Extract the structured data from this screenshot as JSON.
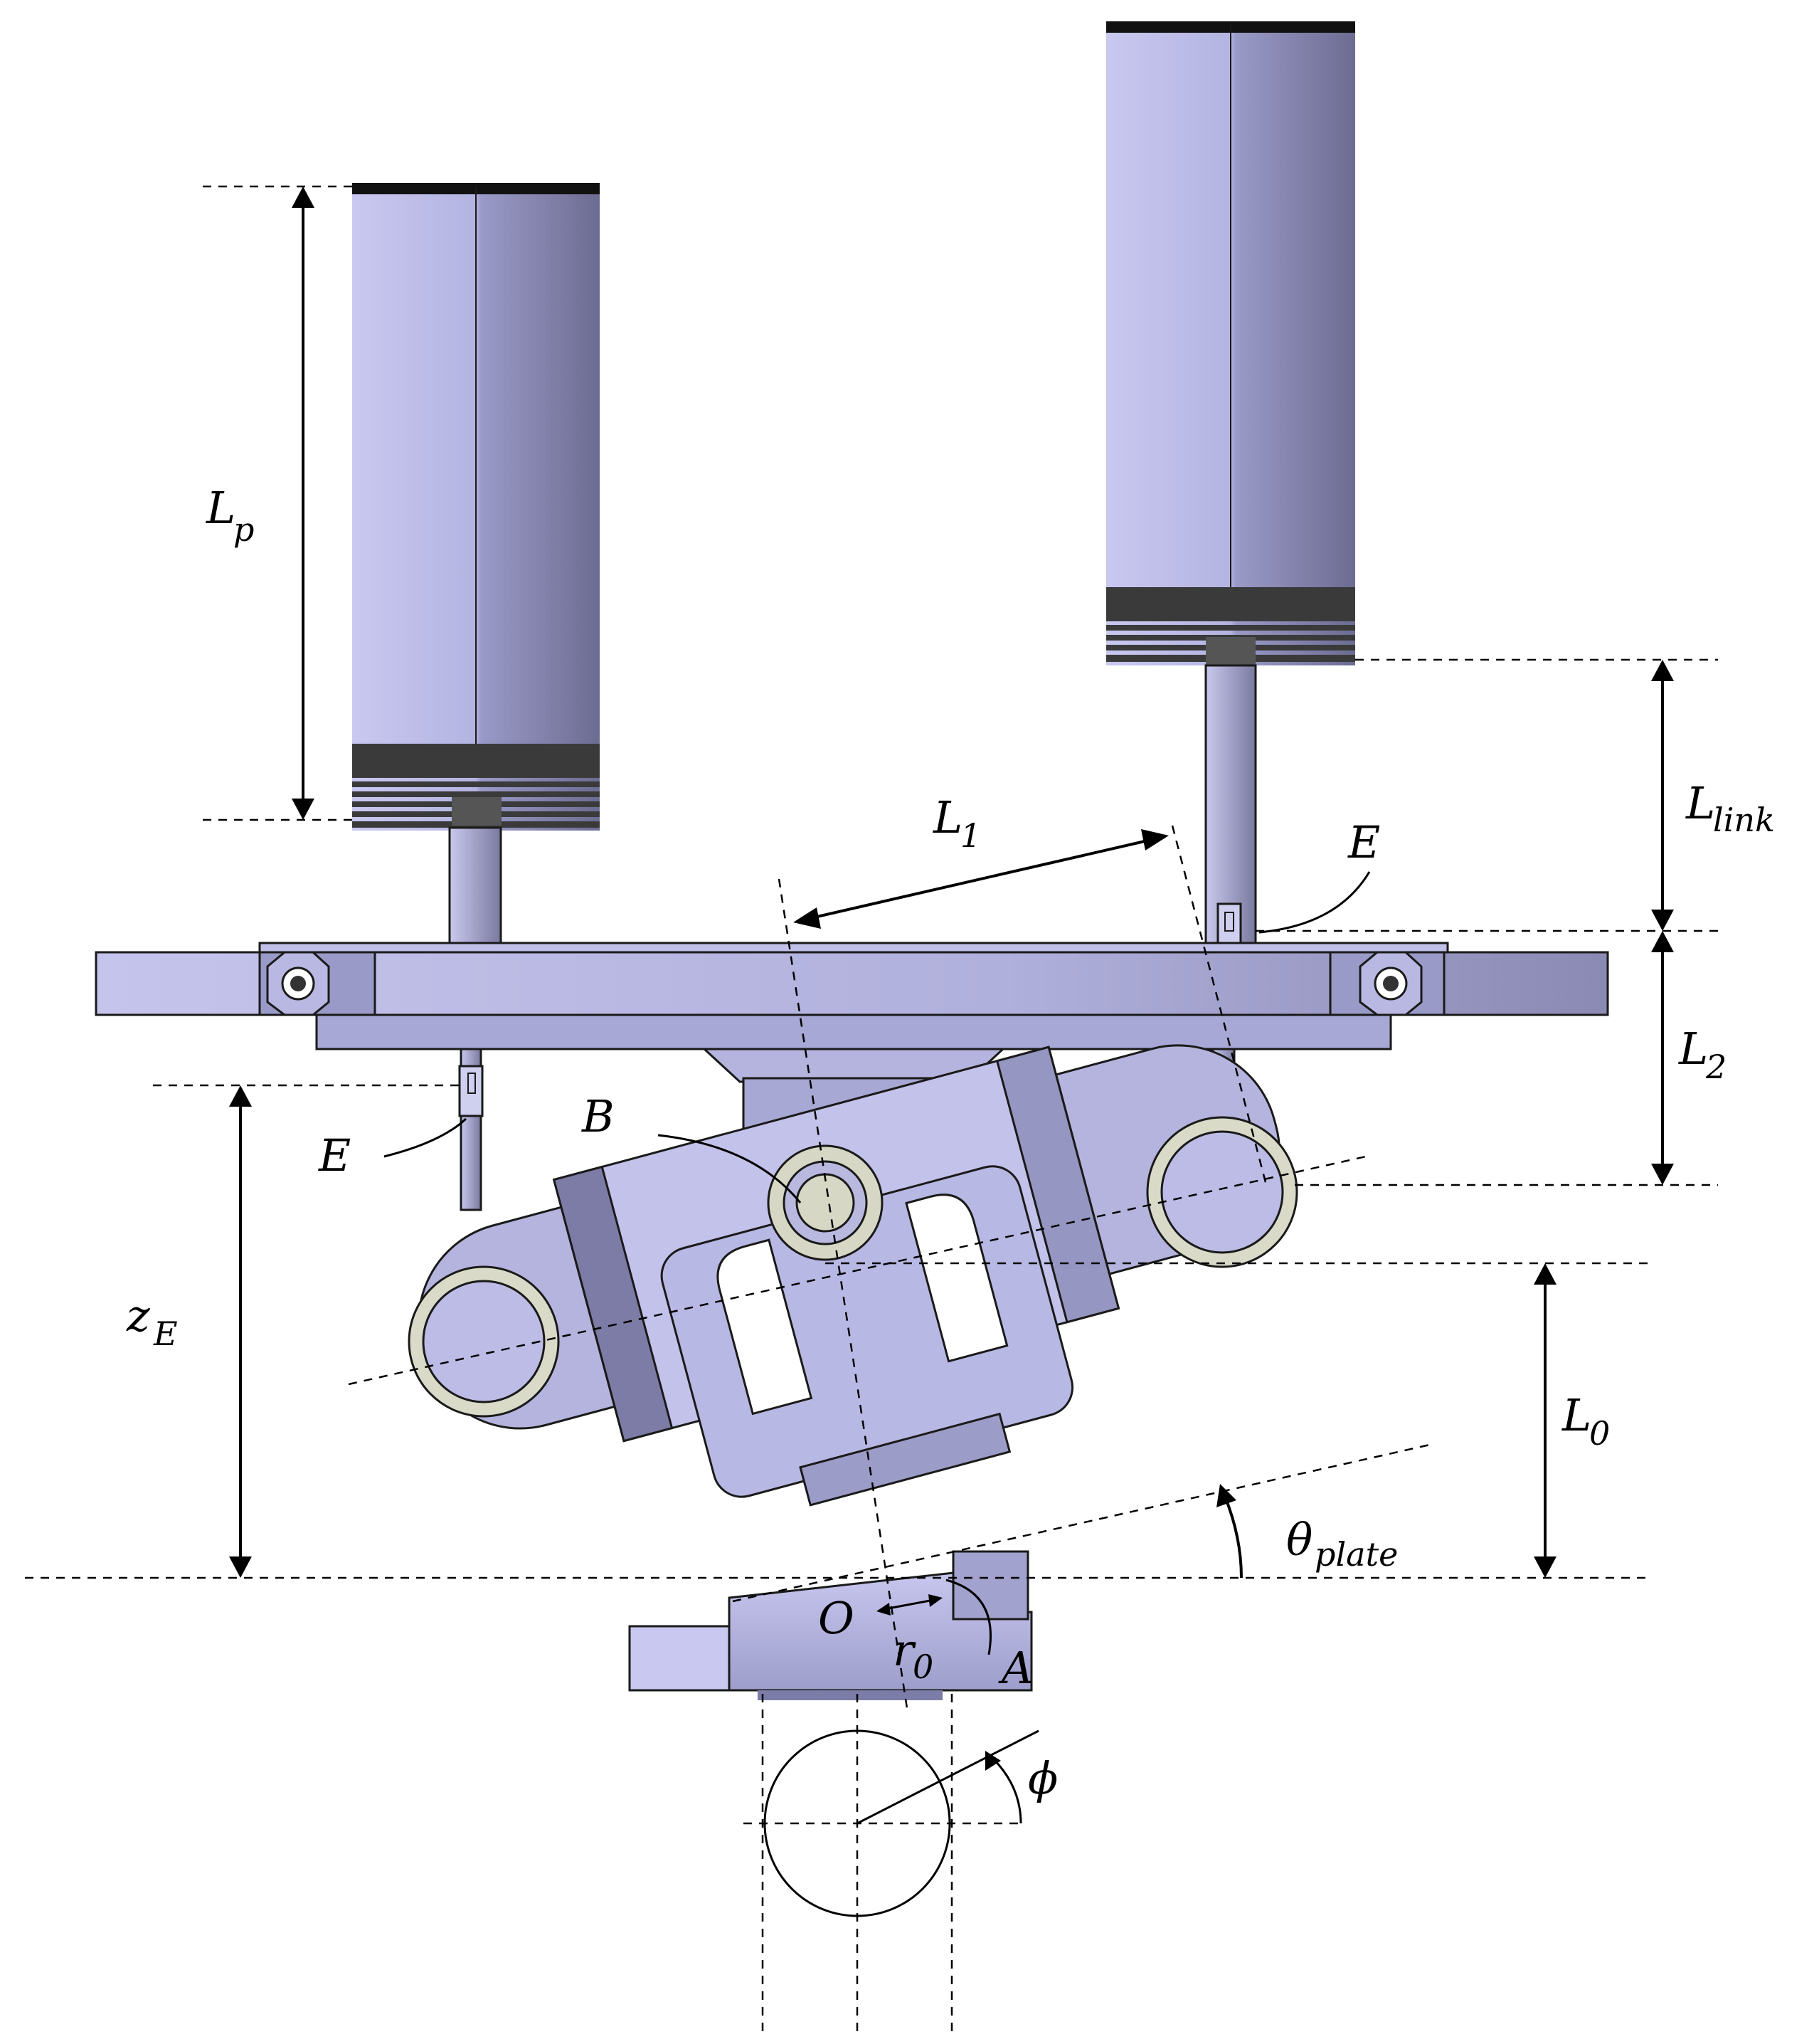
{
  "labels": {
    "Lp": {
      "main": "L",
      "sub": "p"
    },
    "L1": {
      "main": "L",
      "sub": "1"
    },
    "Llink": {
      "main": "L",
      "sub": "link"
    },
    "E_right": "E",
    "E_left": "E",
    "L2": {
      "main": "L",
      "sub": "2"
    },
    "B": "B",
    "zE": {
      "main": "z",
      "sub": "E"
    },
    "L0": {
      "main": "L",
      "sub": "0"
    },
    "theta_plate": {
      "main": "θ",
      "sub": "plate"
    },
    "O": "O",
    "r0": {
      "main": "r",
      "sub": "0"
    },
    "A": "A",
    "phi": "ϕ"
  },
  "colors": {
    "part_light": "#c3c3ec",
    "part_mid": "#a9a9d6",
    "part_dark": "#6e6e96",
    "band_dark": "#3a3a3a",
    "ring": "#d8d8c8"
  }
}
